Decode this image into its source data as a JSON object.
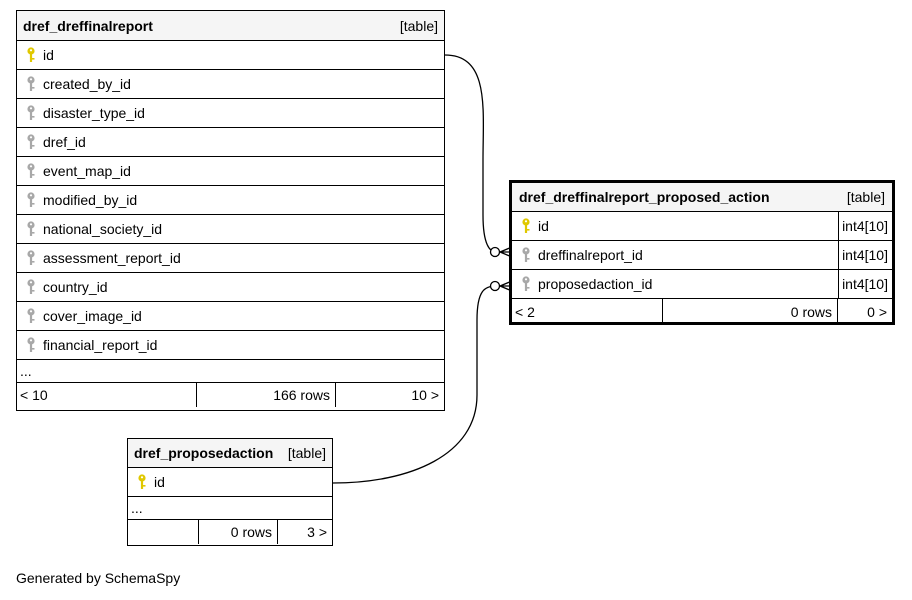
{
  "tables": {
    "dreffinalreport": {
      "name": "dref_dreffinalreport",
      "kind": "[table]",
      "columns": [
        {
          "name": "id",
          "key": "primary"
        },
        {
          "name": "created_by_id",
          "key": "foreign"
        },
        {
          "name": "disaster_type_id",
          "key": "foreign"
        },
        {
          "name": "dref_id",
          "key": "foreign"
        },
        {
          "name": "event_map_id",
          "key": "foreign"
        },
        {
          "name": "modified_by_id",
          "key": "foreign"
        },
        {
          "name": "national_society_id",
          "key": "foreign"
        },
        {
          "name": "assessment_report_id",
          "key": "foreign"
        },
        {
          "name": "country_id",
          "key": "foreign"
        },
        {
          "name": "cover_image_id",
          "key": "foreign"
        },
        {
          "name": "financial_report_id",
          "key": "foreign"
        }
      ],
      "ellipsis": "...",
      "footer": {
        "prev": "< 10",
        "rows": "166 rows",
        "next": "10 >"
      }
    },
    "proposed_action": {
      "name": "dref_dreffinalreport_proposed_action",
      "kind": "[table]",
      "columns": [
        {
          "name": "id",
          "key": "primary",
          "type": "int4[10]"
        },
        {
          "name": "dreffinalreport_id",
          "key": "foreign",
          "type": "int4[10]"
        },
        {
          "name": "proposedaction_id",
          "key": "foreign",
          "type": "int4[10]"
        }
      ],
      "footer": {
        "prev": "< 2",
        "rows": "0 rows",
        "next": "0 >"
      }
    },
    "proposedaction": {
      "name": "dref_proposedaction",
      "kind": "[table]",
      "columns": [
        {
          "name": "id",
          "key": "primary"
        }
      ],
      "ellipsis": "...",
      "footer": {
        "prev": "",
        "rows": "0 rows",
        "next": "3 >"
      }
    }
  },
  "footer_text": "Generated by SchemaSpy",
  "colors": {
    "primary_key": "#e0c800",
    "foreign_key": "#a8a8a8",
    "header_bg": "#f5f5f5"
  }
}
